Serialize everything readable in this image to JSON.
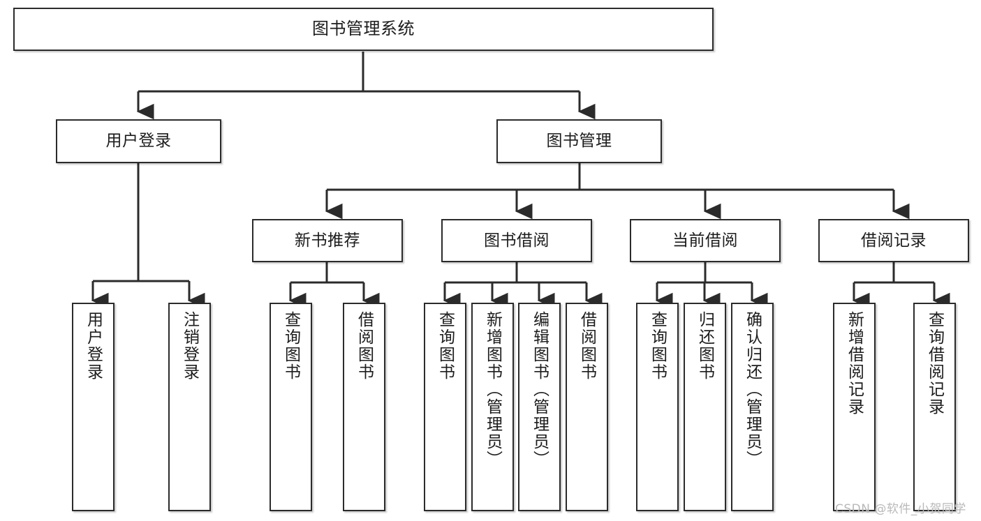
{
  "diagram": {
    "type": "tree",
    "title": "图书管理系统",
    "colors": {
      "node_border": "#2b2b2b",
      "node_fill": "#ffffff",
      "edge": "#2b2b2b",
      "text": "#1c1c1c",
      "watermark": "#b9b9b9",
      "background": "#ffffff"
    },
    "watermark": "CSDN @软件_小贺同学",
    "nodes": {
      "root": {
        "label": "图书管理系统"
      },
      "level1": [
        {
          "id": "user-login",
          "label": "用户登录"
        },
        {
          "id": "book-manage",
          "label": "图书管理"
        }
      ],
      "level2": [
        {
          "id": "new-book-recommend",
          "label": "新书推荐"
        },
        {
          "id": "book-borrow",
          "label": "图书借阅"
        },
        {
          "id": "current-borrow",
          "label": "当前借阅"
        },
        {
          "id": "borrow-record",
          "label": "借阅记录"
        }
      ],
      "leaves": {
        "user_login": [
          {
            "id": "leaf-user-login",
            "label": "用户登录"
          },
          {
            "id": "leaf-user-logout",
            "label": "注销登录"
          }
        ],
        "new_book_recommend": [
          {
            "id": "leaf-query-book-1",
            "label": "查询图书"
          },
          {
            "id": "leaf-borrow-book-1",
            "label": "借阅图书"
          }
        ],
        "book_borrow": [
          {
            "id": "leaf-query-book-2",
            "label": "查询图书"
          },
          {
            "id": "leaf-add-book",
            "label": "新增图书（管理员）"
          },
          {
            "id": "leaf-edit-book",
            "label": "编辑图书（管理员）"
          },
          {
            "id": "leaf-borrow-book-2",
            "label": "借阅图书"
          }
        ],
        "current_borrow": [
          {
            "id": "leaf-query-book-3",
            "label": "查询图书"
          },
          {
            "id": "leaf-return-book",
            "label": "归还图书"
          },
          {
            "id": "leaf-confirm-return",
            "label": "确认归还（管理员）"
          }
        ],
        "borrow_record": [
          {
            "id": "leaf-add-record",
            "label": "新增借阅记录"
          },
          {
            "id": "leaf-query-record",
            "label": "查询借阅记录"
          }
        ]
      }
    }
  }
}
